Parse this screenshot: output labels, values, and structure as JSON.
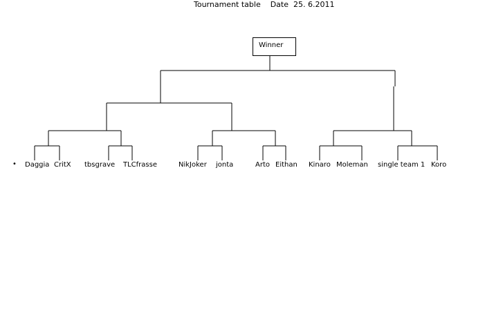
{
  "title": "Tournament table    Date  25. 6.2011",
  "winner_label": "Winner",
  "bullet": "•",
  "players": [
    {
      "name": "Daggia"
    },
    {
      "name": "CritX"
    },
    {
      "name": "tbsgrave"
    },
    {
      "name": "TLCfrasse"
    },
    {
      "name": "NikJoker"
    },
    {
      "name": "jonta"
    },
    {
      "name": "Arto"
    },
    {
      "name": "Eithan"
    },
    {
      "name": "Kinaro"
    },
    {
      "name": "Moleman"
    },
    {
      "name": "single team 1"
    },
    {
      "name": "Koro"
    }
  ]
}
